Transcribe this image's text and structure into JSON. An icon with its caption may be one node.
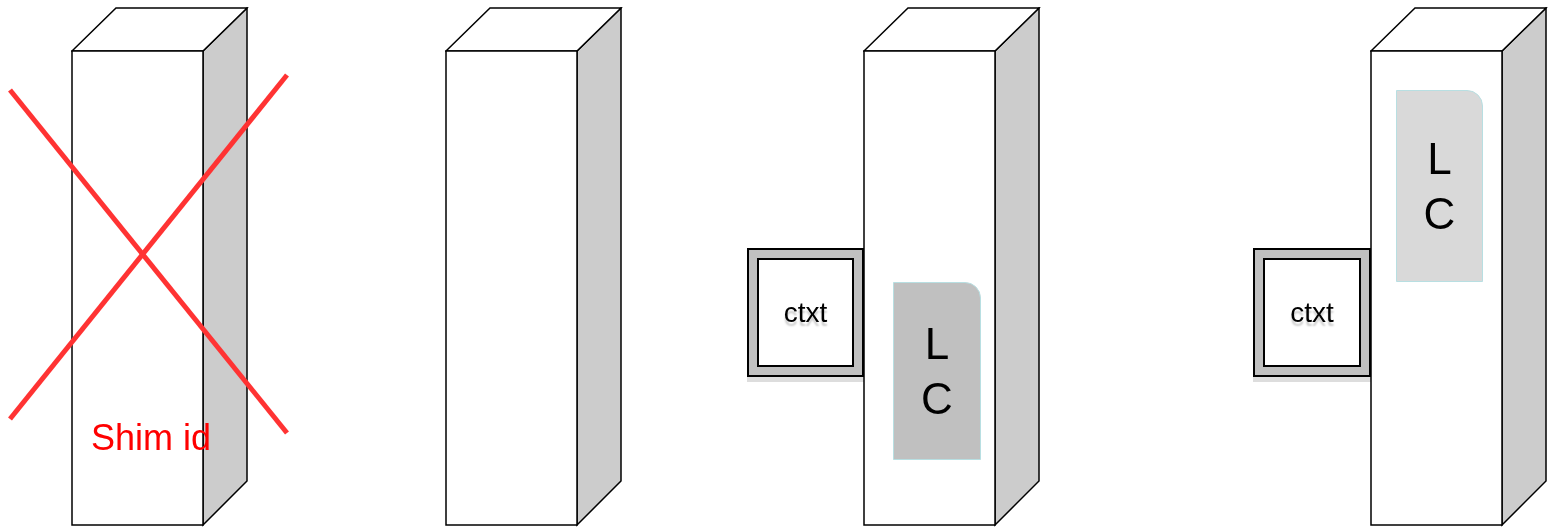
{
  "diagram": {
    "nodes": [
      {
        "text": [
          "Shim id"
        ]
      },
      {
        "text": [],
        "shape": "box"
      },
      {
        "text": [
          "ctxt"
        ]
      },
      {
        "text": [],
        "shape": "box"
      },
      {
        "text": [
          "L C"
        ],
        "in": 3
      },
      {
        "text": [
          "ctxt"
        ]
      },
      {
        "text": [],
        "shape": "box"
      },
      {
        "text": [
          "L C"
        ],
        "in": 6
      }
    ]
  }
}
